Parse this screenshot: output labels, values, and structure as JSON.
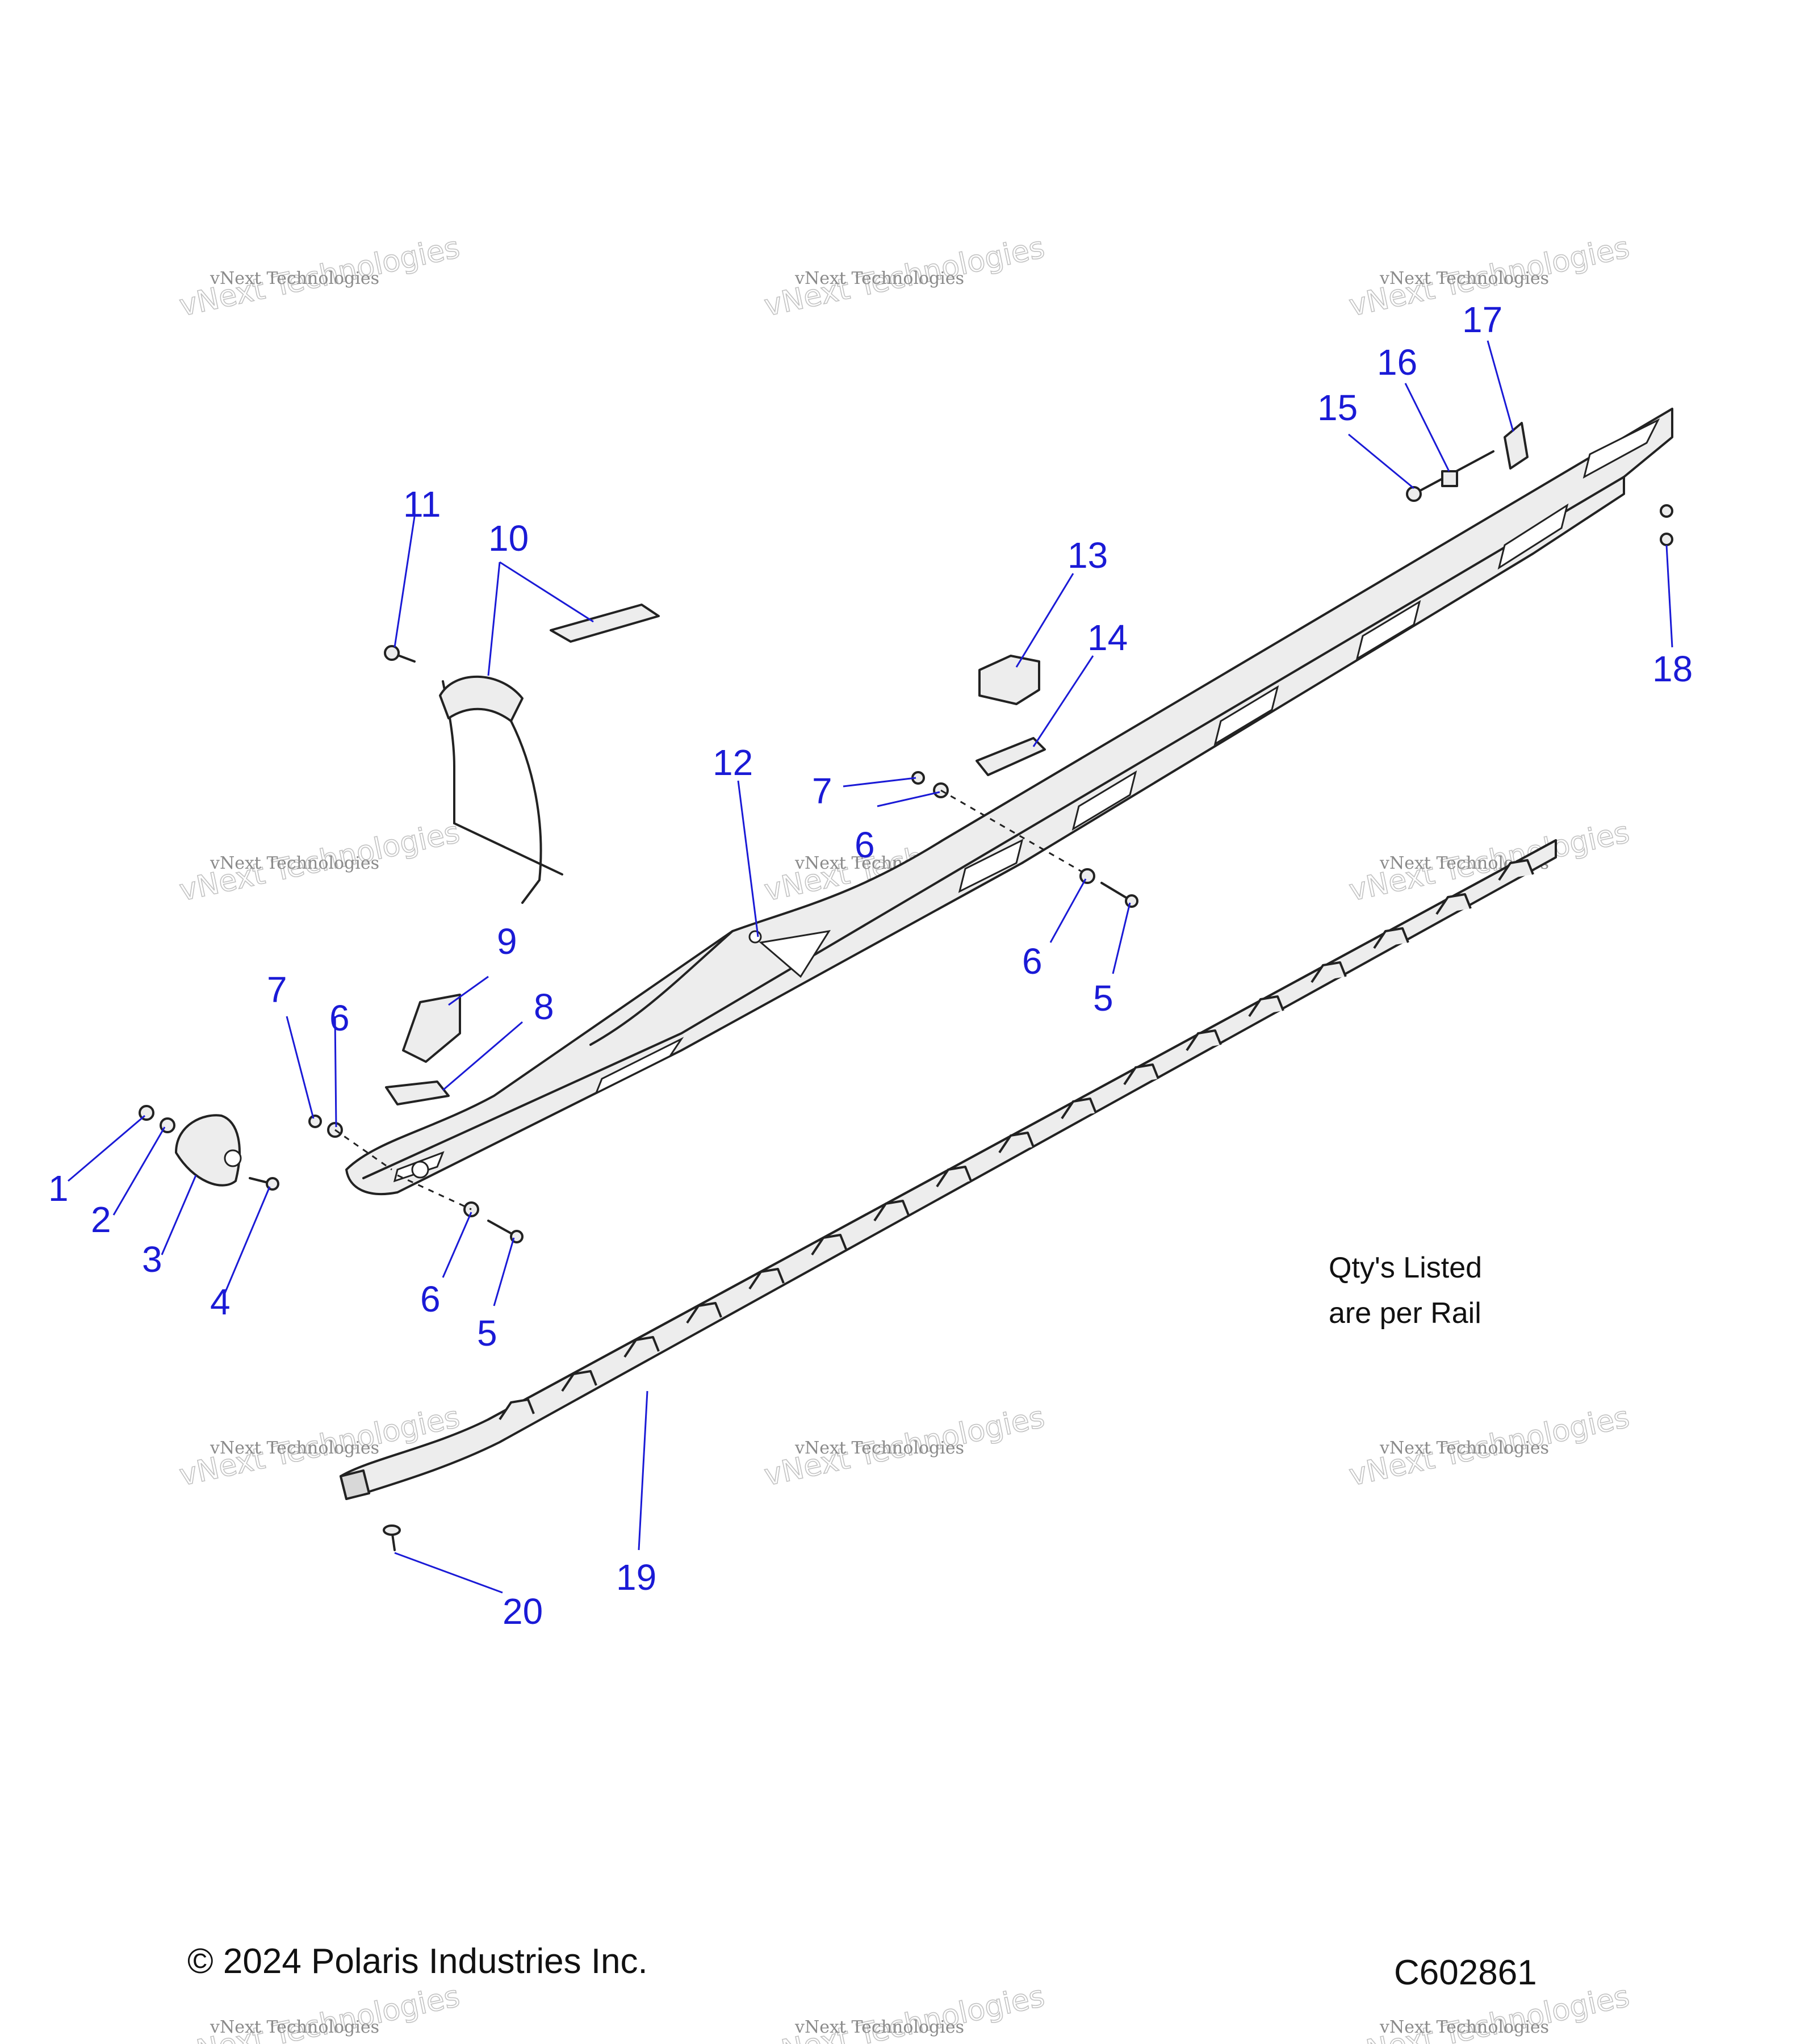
{
  "diagram": {
    "callouts": [
      "1",
      "2",
      "3",
      "4",
      "5",
      "5",
      "6",
      "6",
      "6",
      "6",
      "7",
      "7",
      "8",
      "9",
      "10",
      "11",
      "12",
      "13",
      "14",
      "15",
      "16",
      "17",
      "18",
      "19",
      "20"
    ],
    "note_line1": "Qty's Listed",
    "note_line2": "are per Rail",
    "copyright": "© 2024 Polaris Industries Inc.",
    "drawing_number": "C602861",
    "watermark_line1": "vNext Technologies",
    "watermark_line2": "vNext Technologies",
    "colors": {
      "callout": "#1a1ad6",
      "line_art": "#222222",
      "part_fill": "#ededed"
    }
  }
}
